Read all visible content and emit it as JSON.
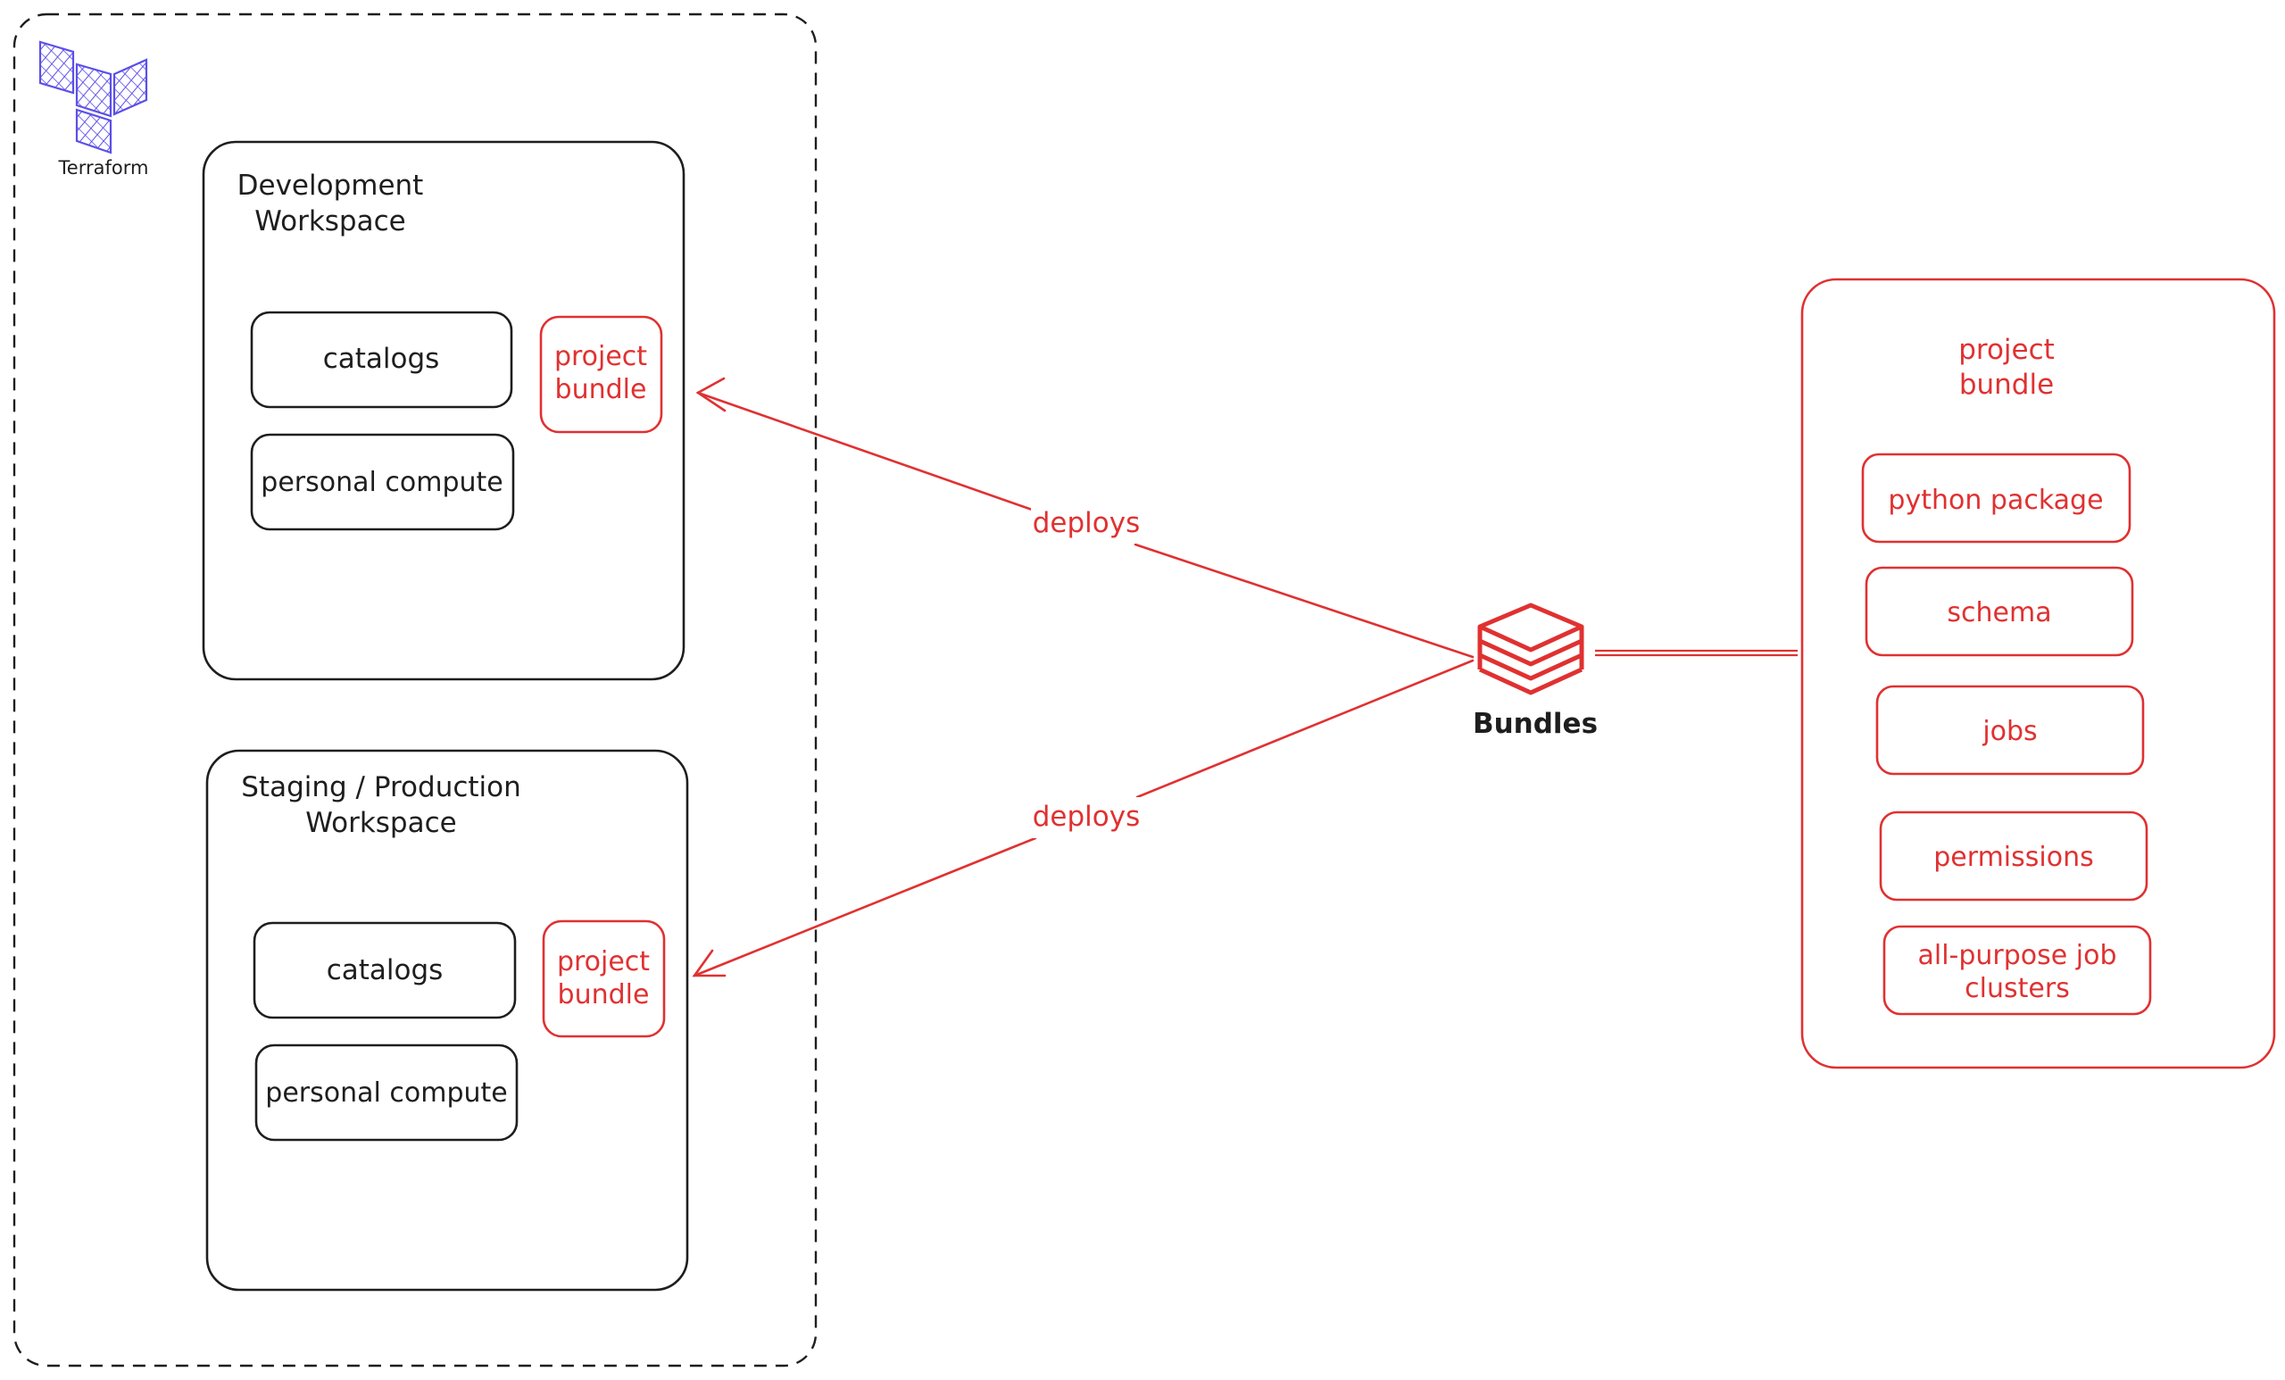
{
  "terraform": {
    "label": "Terraform",
    "logo_color": "#5b4fe9",
    "icon": "terraform-logo-icon"
  },
  "dev_workspace": {
    "title_line1": "Development",
    "title_line2": "Workspace",
    "catalogs": "catalogs",
    "compute": "personal compute",
    "bundle_line1": "project",
    "bundle_line2": "bundle"
  },
  "stage_workspace": {
    "title_line1": "Staging / Production",
    "title_line2": "Workspace",
    "catalogs": "catalogs",
    "compute": "personal compute",
    "bundle_line1": "project",
    "bundle_line2": "bundle"
  },
  "edges": {
    "deploy_dev": "deploys",
    "deploy_stage": "deploys"
  },
  "bundles_node": {
    "label": "Bundles",
    "icon": "bundles-stack-icon",
    "color": "#e03131"
  },
  "project_bundle": {
    "title_line1": "project",
    "title_line2": "bundle",
    "items": [
      {
        "line1": "python package",
        "line2": ""
      },
      {
        "line1": "schema",
        "line2": ""
      },
      {
        "line1": "jobs",
        "line2": ""
      },
      {
        "line1": "permissions",
        "line2": ""
      },
      {
        "line1": "all-purpose job",
        "line2": "clusters"
      }
    ]
  },
  "colors": {
    "accent": "#e03131",
    "stroke": "#1e1e1e"
  }
}
